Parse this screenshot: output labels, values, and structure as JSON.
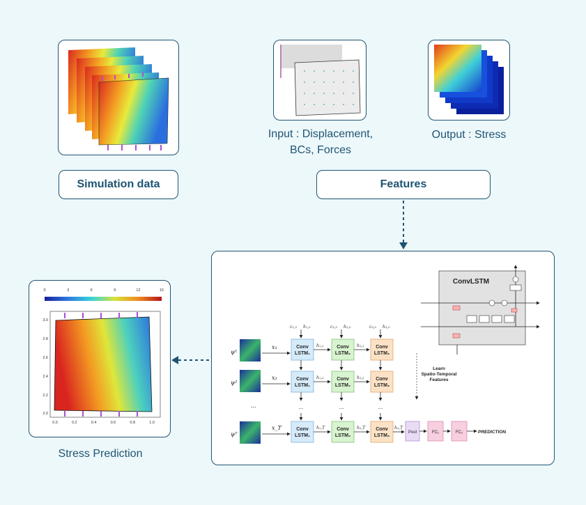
{
  "simulation": {
    "label": "Simulation data"
  },
  "features": {
    "label": "Features",
    "input_caption_line1": "Input : Displacement,",
    "input_caption_line2": "BCs, Forces",
    "output_caption": "Output : Stress"
  },
  "prediction": {
    "label": "Stress Prediction",
    "colorbar_ticks": [
      "0",
      "3",
      "6",
      "9",
      "12",
      "15"
    ],
    "x_ticks": [
      "0.0",
      "0.2",
      "0.4",
      "0.6",
      "0.8",
      "1.0"
    ],
    "y_ticks": [
      "3.0",
      "2.8",
      "2.6",
      "2.4",
      "2.2",
      "2.0"
    ]
  },
  "model": {
    "convlstm_title": "ConvLSTM",
    "inputs": [
      "x₁",
      "x₂",
      "x_T"
    ],
    "cells": [
      {
        "name": "Conv",
        "sub": "LSTM₁"
      },
      {
        "name": "Conv",
        "sub": "LSTM₂"
      },
      {
        "name": "Conv",
        "sub": "LSTM₃"
      }
    ],
    "learn_label_1": "Learn",
    "learn_label_2": "Spatio-Temporal",
    "learn_label_3": "Features",
    "pool": "Pool",
    "fc1": "FC₁",
    "fc2": "FC₂",
    "prediction_label": "PREDICTION",
    "ellipsis": "..."
  },
  "colors": {
    "primary": "#1e5472",
    "background": "#edf8fb",
    "lstm1": "#d6ebfa",
    "lstm2": "#d7f3cf",
    "lstm3": "#fbe2c6",
    "pool": "#e8dcf5",
    "fc": "#f7cfe0"
  }
}
